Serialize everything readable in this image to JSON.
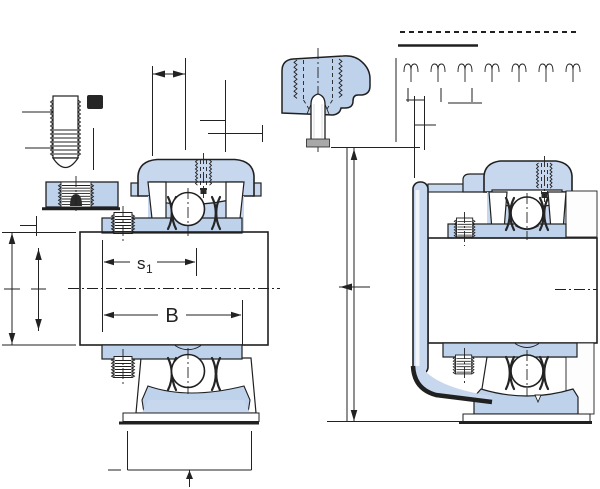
{
  "figure": {
    "kind": "technical sectional drawing",
    "subject": "ball bearing insert units (plummer block and flanged style) on shafts with grub-screw locking details",
    "background": "#ffffff"
  },
  "labels": {
    "s1_main": "s",
    "s1_sub": "1",
    "b": "B"
  },
  "palette": {
    "line": "#202020",
    "housing_blue": "#c6d7ee",
    "insert_blue": "#bfd2ec",
    "white": "#ffffff",
    "screw_base_gray": "#a8a8a8",
    "seal_dark": "#262626",
    "label_color": "#222222"
  }
}
